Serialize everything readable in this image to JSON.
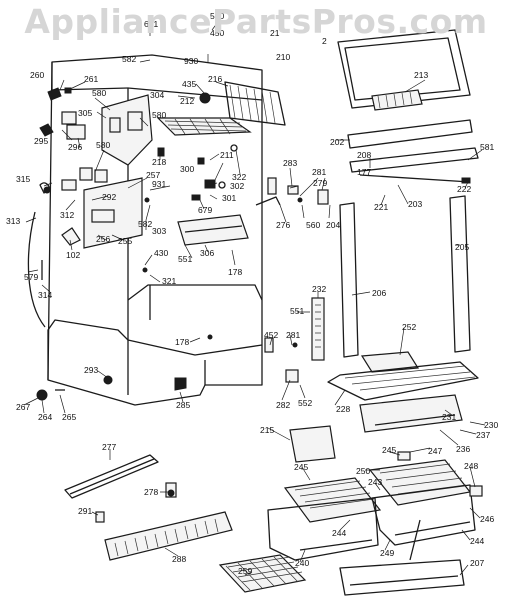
{
  "watermark": "AppliancePartsPros.com",
  "callouts": [
    {
      "id": "c-631",
      "text": "631"
    },
    {
      "id": "c-560a",
      "text": "560"
    },
    {
      "id": "c-450",
      "text": "450"
    },
    {
      "id": "c-21x",
      "text": "21"
    },
    {
      "id": "c-582",
      "text": "582"
    },
    {
      "id": "c-930",
      "text": "930"
    },
    {
      "id": "c-2xx",
      "text": "2"
    },
    {
      "id": "c-210",
      "text": "210"
    },
    {
      "id": "c-260",
      "text": "260"
    },
    {
      "id": "c-261",
      "text": "261"
    },
    {
      "id": "c-580a",
      "text": "580"
    },
    {
      "id": "c-435",
      "text": "435"
    },
    {
      "id": "c-216",
      "text": "216"
    },
    {
      "id": "c-213",
      "text": "213"
    },
    {
      "id": "c-304",
      "text": "304"
    },
    {
      "id": "c-212",
      "text": "212"
    },
    {
      "id": "c-305",
      "text": "305"
    },
    {
      "id": "c-580b",
      "text": "580"
    },
    {
      "id": "c-295",
      "text": "295"
    },
    {
      "id": "c-296",
      "text": "296"
    },
    {
      "id": "c-218",
      "text": "218"
    },
    {
      "id": "c-580c",
      "text": "580"
    },
    {
      "id": "c-202",
      "text": "202"
    },
    {
      "id": "c-581",
      "text": "581"
    },
    {
      "id": "c-208",
      "text": "208"
    },
    {
      "id": "c-211",
      "text": "211"
    },
    {
      "id": "c-322",
      "text": "322"
    },
    {
      "id": "c-300",
      "text": "300"
    },
    {
      "id": "c-283",
      "text": "283"
    },
    {
      "id": "c-281a",
      "text": "281"
    },
    {
      "id": "c-177",
      "text": "177"
    },
    {
      "id": "c-315",
      "text": "315"
    },
    {
      "id": "c-257",
      "text": "257"
    },
    {
      "id": "c-302",
      "text": "302"
    },
    {
      "id": "c-279",
      "text": "279"
    },
    {
      "id": "c-222",
      "text": "222"
    },
    {
      "id": "c-931",
      "text": "931"
    },
    {
      "id": "c-301",
      "text": "301"
    },
    {
      "id": "c-221",
      "text": "221"
    },
    {
      "id": "c-203",
      "text": "203"
    },
    {
      "id": "c-292",
      "text": "292"
    },
    {
      "id": "c-312",
      "text": "312"
    },
    {
      "id": "c-582b",
      "text": "582"
    },
    {
      "id": "c-679",
      "text": "679"
    },
    {
      "id": "c-276",
      "text": "276"
    },
    {
      "id": "c-560b",
      "text": "560"
    },
    {
      "id": "c-204",
      "text": "204"
    },
    {
      "id": "c-313",
      "text": "313"
    },
    {
      "id": "c-256",
      "text": "256"
    },
    {
      "id": "c-255",
      "text": "255"
    },
    {
      "id": "c-303",
      "text": "303"
    },
    {
      "id": "c-205",
      "text": "205"
    },
    {
      "id": "c-102",
      "text": "102"
    },
    {
      "id": "c-430",
      "text": "430"
    },
    {
      "id": "c-551a",
      "text": "551"
    },
    {
      "id": "c-306",
      "text": "306"
    },
    {
      "id": "c-178a",
      "text": "178"
    },
    {
      "id": "c-579",
      "text": "579"
    },
    {
      "id": "c-321",
      "text": "321"
    },
    {
      "id": "c-314",
      "text": "314"
    },
    {
      "id": "c-232",
      "text": "232"
    },
    {
      "id": "c-206",
      "text": "206"
    },
    {
      "id": "c-551b",
      "text": "551"
    },
    {
      "id": "c-252",
      "text": "252"
    },
    {
      "id": "c-452",
      "text": "452"
    },
    {
      "id": "c-281b",
      "text": "281"
    },
    {
      "id": "c-178b",
      "text": "178"
    },
    {
      "id": "c-293",
      "text": "293"
    },
    {
      "id": "c-282",
      "text": "282"
    },
    {
      "id": "c-552",
      "text": "552"
    },
    {
      "id": "c-228",
      "text": "228"
    },
    {
      "id": "c-231",
      "text": "231"
    },
    {
      "id": "c-230",
      "text": "230"
    },
    {
      "id": "c-267",
      "text": "267"
    },
    {
      "id": "c-285",
      "text": "285"
    },
    {
      "id": "c-264",
      "text": "264"
    },
    {
      "id": "c-265",
      "text": "265"
    },
    {
      "id": "c-237",
      "text": "237"
    },
    {
      "id": "c-215",
      "text": "215"
    },
    {
      "id": "c-236",
      "text": "236"
    },
    {
      "id": "c-245a",
      "text": "245"
    },
    {
      "id": "c-247",
      "text": "247"
    },
    {
      "id": "c-277",
      "text": "277"
    },
    {
      "id": "c-245b",
      "text": "245"
    },
    {
      "id": "c-250",
      "text": "250"
    },
    {
      "id": "c-248",
      "text": "248"
    },
    {
      "id": "c-278",
      "text": "278"
    },
    {
      "id": "c-243",
      "text": "243"
    },
    {
      "id": "c-291",
      "text": "291"
    },
    {
      "id": "c-246",
      "text": "246"
    },
    {
      "id": "c-288",
      "text": "288"
    },
    {
      "id": "c-244a",
      "text": "244"
    },
    {
      "id": "c-244b",
      "text": "244"
    },
    {
      "id": "c-249",
      "text": "249"
    },
    {
      "id": "c-240",
      "text": "240"
    },
    {
      "id": "c-207",
      "text": "207"
    },
    {
      "id": "c-259",
      "text": "259"
    }
  ]
}
